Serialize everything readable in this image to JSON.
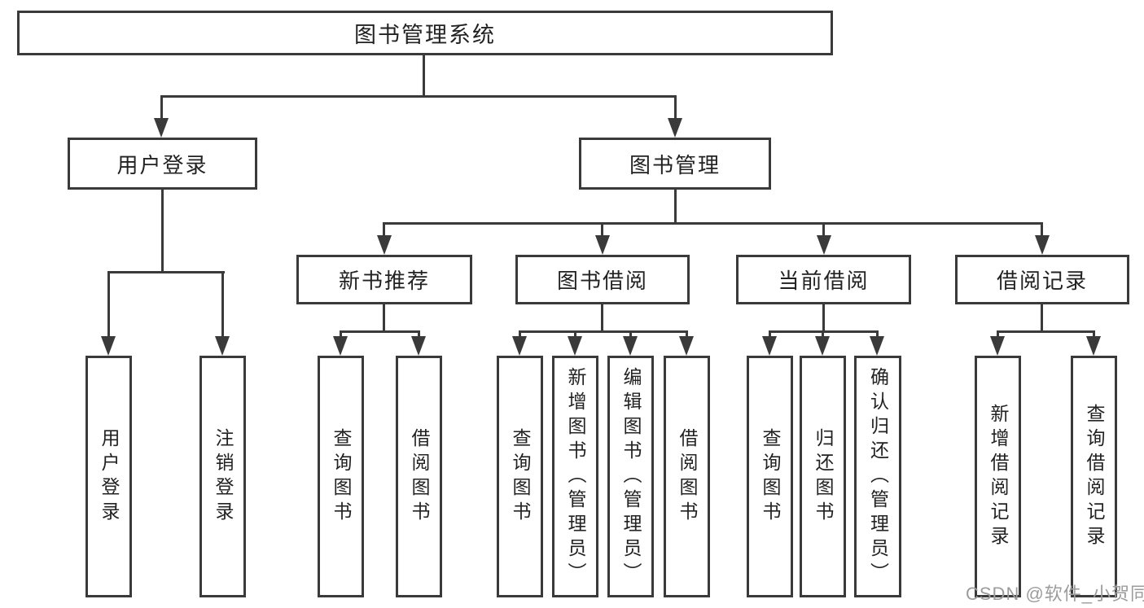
{
  "diagram": {
    "root": {
      "label": "图书管理系统"
    },
    "level2": [
      {
        "label": "用户登录"
      },
      {
        "label": "图书管理"
      }
    ],
    "categories": [
      {
        "label": "新书推荐"
      },
      {
        "label": "图书借阅"
      },
      {
        "label": "当前借阅"
      },
      {
        "label": "借阅记录"
      }
    ],
    "leaves": [
      {
        "label": "用户登录"
      },
      {
        "label": "注销登录"
      },
      {
        "label": "查询图书"
      },
      {
        "label": "借阅图书"
      },
      {
        "label": "查询图书"
      },
      {
        "label": "新增图书（管理员）"
      },
      {
        "label": "编辑图书（管理员）"
      },
      {
        "label": "借阅图书"
      },
      {
        "label": "查询图书"
      },
      {
        "label": "归还图书"
      },
      {
        "label": "确认归还（管理员）"
      },
      {
        "label": "新增借阅记录"
      },
      {
        "label": "查询借阅记录"
      }
    ],
    "watermark": "CSDN @软件_小贺同学",
    "colors": {
      "line": "#3a3a3a",
      "text": "#222222",
      "watermark": "#9c9c9c",
      "background": "#ffffff"
    }
  }
}
